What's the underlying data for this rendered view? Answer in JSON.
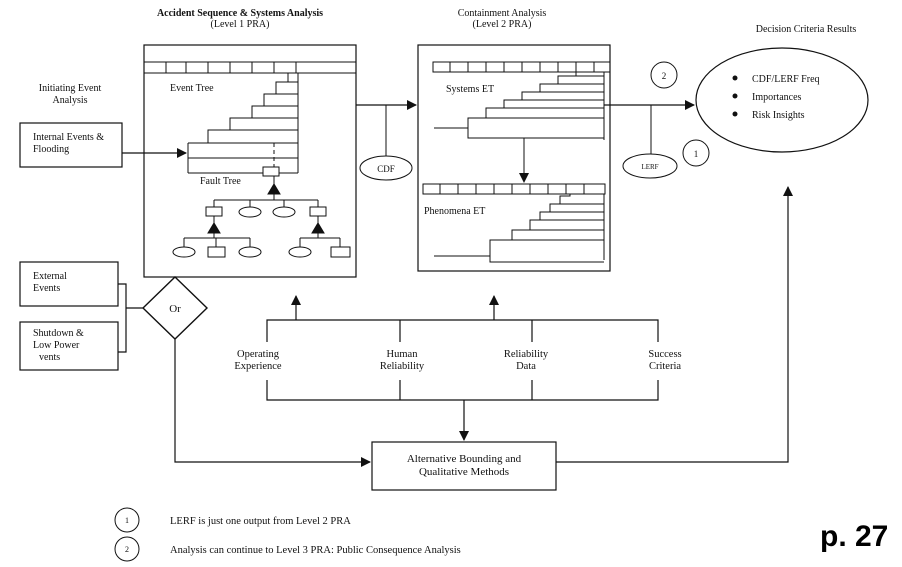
{
  "level1": {
    "title": "Accident Sequence & Systems Analysis",
    "subtitle": "(Level 1 PRA)",
    "event_tree": "Event Tree",
    "fault_tree": "Fault Tree"
  },
  "level2": {
    "title": "Containment Analysis",
    "subtitle": "(Level 2 PRA)",
    "systems_et": "Systems ET",
    "phenomena_et": "Phenomena ET"
  },
  "decision": {
    "title": "Decision Criteria Results",
    "bullets": [
      "CDF/LERF Freq",
      "Importances",
      "Risk Insights"
    ]
  },
  "initiating": {
    "title_line1": "Initiating Event",
    "title_line2": "Analysis",
    "internal_line1": "Internal Events &",
    "internal_line2": "Flooding",
    "external_line1": "External",
    "external_line2": "Events",
    "shutdown_line1": "Shutdown &",
    "shutdown_line2": "Low Power",
    "shutdown_line3": "vents"
  },
  "or_gate": "Or",
  "cdf": "CDF",
  "lerf": "LERF",
  "markers": {
    "one": "1",
    "two": "2"
  },
  "inputs": {
    "operating_line1": "Operating",
    "operating_line2": "Experience",
    "human_line1": "Human",
    "human_line2": "Reliability",
    "reliability_line1": "Reliability",
    "reliability_line2": "Data",
    "success_line1": "Success",
    "success_line2": "Criteria"
  },
  "alternative": {
    "line1": "Alternative Bounding and",
    "line2": "Qualitative Methods"
  },
  "legend": {
    "note1_num": "1",
    "note1": "LERF is just one output from Level 2 PRA",
    "note2_num": "2",
    "note2": "Analysis can continue to Level 3 PRA: Public Consequence Analysis"
  },
  "page_number": "p. 27"
}
